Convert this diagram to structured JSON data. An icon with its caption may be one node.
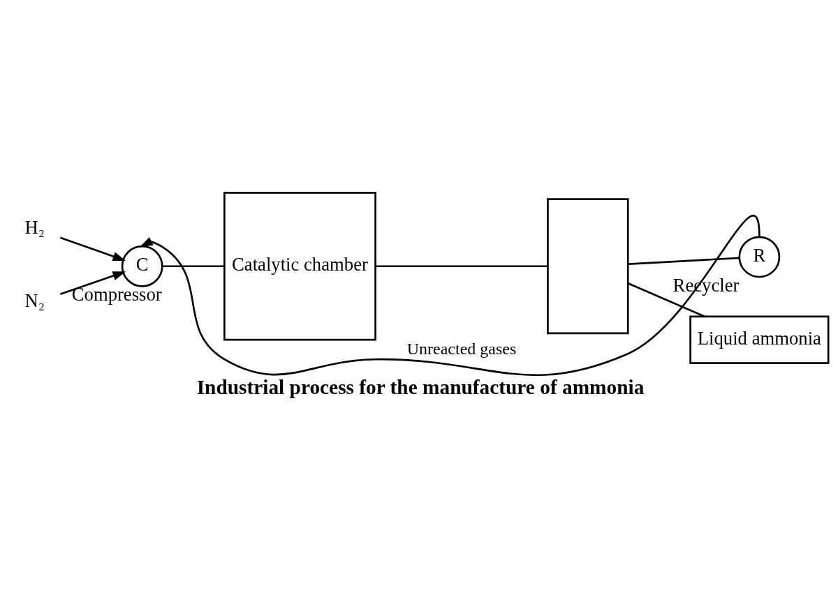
{
  "diagram": {
    "caption": "Industrial process for the manufacture of ammonia",
    "nodes": [
      {
        "text": [
          "H₂"
        ]
      },
      {
        "text": [
          "N₂"
        ]
      },
      {
        "text": [
          "C"
        ],
        "beside": [
          "Compressor"
        ]
      },
      {
        "text": [
          "Catalytic chamber"
        ]
      },
      {
        "text": [],
        "shape": "box"
      },
      {
        "text": [
          "R"
        ],
        "beside": [
          "Recycler"
        ]
      },
      {
        "text": [
          "Liquid ammonia"
        ]
      }
    ],
    "edges": [
      {
        "from": 0,
        "to": 2,
        "arrow": "to"
      },
      {
        "from": 1,
        "to": 2,
        "arrow": "to"
      },
      {
        "from": 2,
        "to": 3,
        "arrow": "none"
      },
      {
        "from": 3,
        "to": 4,
        "arrow": "none"
      },
      {
        "from": 4,
        "to": 6,
        "arrow": "none"
      },
      {
        "from": 4,
        "to": 5,
        "arrow": "none"
      },
      {
        "from": 5,
        "to": 2,
        "label": "Unreacted gases",
        "arrow": "to"
      }
    ]
  }
}
